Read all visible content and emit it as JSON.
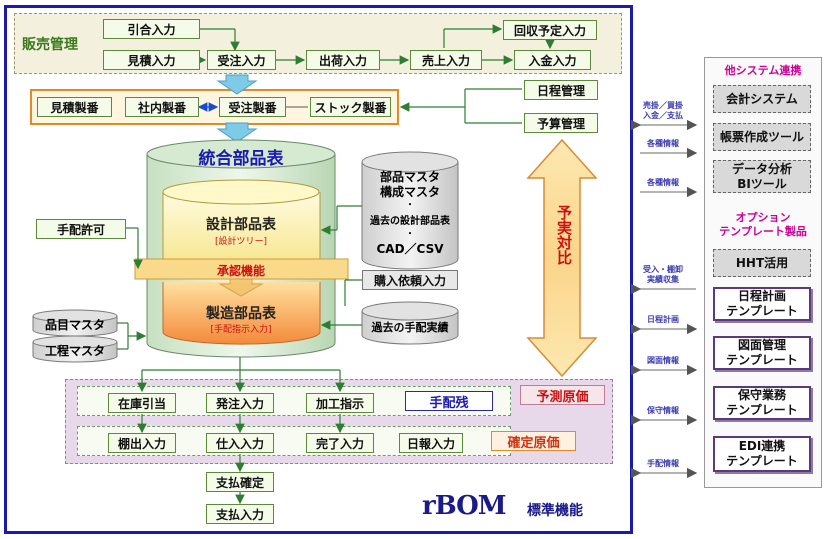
{
  "sales": {
    "title": "販売管理",
    "hikiai": "引合入力",
    "mitsumori": "見積入力",
    "juchu": "受注入力",
    "shukka": "出荷入力",
    "uriage": "売上入力",
    "kaishu": "回収予定入力",
    "nyukin": "入金入力"
  },
  "production": {
    "mitsumori": "見積製番",
    "shanai": "社内製番",
    "juchu": "受注製番",
    "stock": "ストック製番"
  },
  "nittei": "日程管理",
  "yosan": "予算管理",
  "bom": {
    "title": "統合部品表",
    "design": "設計部品表",
    "design_sub": "[設計ツリー]",
    "approval": "承認機能",
    "mfg": "製造部品表",
    "mfg_sub": "[手配指示入力]"
  },
  "tehai_kyoka": "手配許可",
  "masters": {
    "hinmoku": "品目マスタ",
    "kotei": "工程マスタ",
    "buhin_line1": "部品マスタ",
    "buhin_line2": "構成マスタ",
    "dot": "・",
    "kako": "過去の設計部品表",
    "cad": "CAD／CSV",
    "konyu": "購入依頼入力",
    "kako_tehai": "過去の手配実績"
  },
  "yojitsu": "予実対比",
  "yosoku": "予測原価",
  "kakutei": "確定原価",
  "tehai_zan": "手配残",
  "orders": {
    "zaiko": "在庫引当",
    "hacchu": "発注入力",
    "kako": "加工指示",
    "tanaoroshi": "棚出入力",
    "shiire": "仕入入力",
    "kanryo": "完了入力",
    "nippo": "日報入力"
  },
  "payment": {
    "kakutei": "支払確定",
    "nyuryoku": "支払入力"
  },
  "brand": {
    "logo": "rBOM",
    "caption": "標準機能"
  },
  "links": {
    "l1_line1": "売掛／買掛",
    "l1_line2": "入金／支払",
    "l2": "各種情報",
    "l3": "各種情報",
    "l4_line1": "受入・棚卸",
    "l4_line2": "実績収集",
    "l5": "日程計画",
    "l6": "図面情報",
    "l7": "保守情報",
    "l8": "手配情報"
  },
  "other": {
    "title": "他システム連携",
    "kaikei": "会計システム",
    "chohyo": "帳票作成ツール",
    "data_line1": "データ分析",
    "data_line2": "BIツール",
    "option_line1": "オプション",
    "option_line2": "テンプレート製品",
    "hht": "HHT活用",
    "nittei_line1": "日程計画",
    "nittei_line2": "テンプレート",
    "zumen_line1": "図面管理",
    "zumen_line2": "テンプレート",
    "hoshu_line1": "保守業務",
    "hoshu_line2": "テンプレート",
    "edi_line1": "EDI連携",
    "edi_line2": "テンプレート"
  },
  "colors": {
    "frame_blue": "#1a1ab0",
    "green_text": "#3a7a1a",
    "red_text": "#cc1111",
    "option_magenta": "#cc0099",
    "approval_band": "#f9d98a",
    "cost_band": "#e8d9ea"
  }
}
